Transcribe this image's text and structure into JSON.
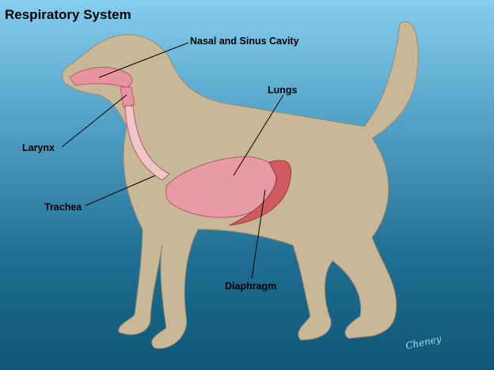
{
  "title": "Respiratory System",
  "labels": {
    "nasal": "Nasal and Sinus Cavity",
    "lungs": "Lungs",
    "larynx": "Larynx",
    "trachea": "Trachea",
    "diaphragm": "Diaphragm"
  },
  "signature": "Cheney",
  "colors": {
    "background_top": "#86cdee",
    "background_bottom": "#0e5675",
    "dog": "#c9b99b",
    "organs": "#e89aa6"
  }
}
